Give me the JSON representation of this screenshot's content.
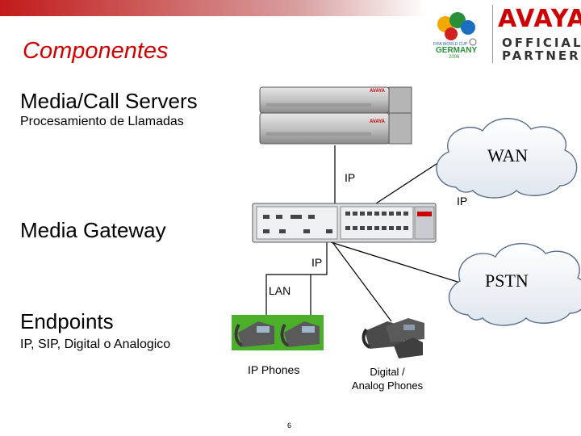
{
  "header": {
    "title": "Componentes",
    "partner_brand": "AVAYA",
    "partner_line1": "OFFICIAL",
    "partner_line2": "PARTNER",
    "sponsor_logo_top": "FIFA WORLD CUP",
    "sponsor_logo_name": "GERMANY",
    "sponsor_logo_year": "2006"
  },
  "sections": {
    "servers": {
      "heading": "Media/Call Servers",
      "subheading": "Procesamiento de Llamadas",
      "device_brand": "AVAYA"
    },
    "gateway": {
      "heading": "Media Gateway"
    },
    "endpoints": {
      "heading": "Endpoints",
      "subheading": "IP, SIP, Digital o Analogico"
    }
  },
  "diagram": {
    "wan_label": "WAN",
    "pstn_label": "PSTN",
    "ip_label_servers": "IP",
    "ip_label_wan": "IP",
    "ip_label_pstn": "IP",
    "lan_label": "LAN",
    "ip_phones_label": "IP Phones",
    "digital_phones_label_1": "Digital /",
    "digital_phones_label_2": "Analog Phones"
  },
  "footer": {
    "page_number": "6"
  },
  "colors": {
    "title_red": "#cc0000",
    "avaya_red": "#cc0000",
    "phone_green": "#4caf2a"
  }
}
